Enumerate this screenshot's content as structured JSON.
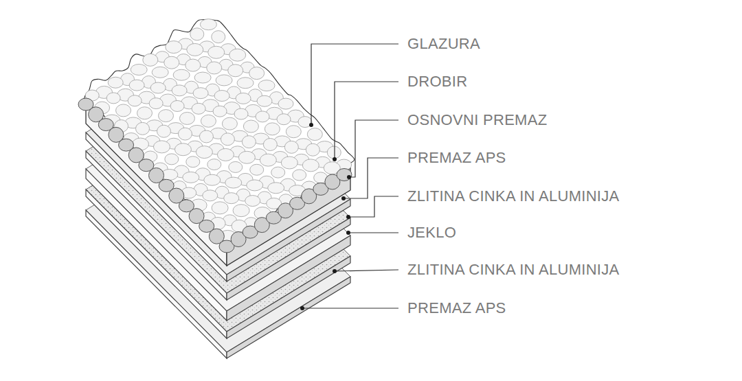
{
  "diagram": {
    "labels": [
      "GLAZURA",
      "DROBIR",
      "OSNOVNI PREMAZ",
      "PREMAZ APS",
      "ZLITINA CINKA IN ALUMINIJA",
      "JEKLO",
      "ZLITINA CINKA IN ALUMINIJA",
      "PREMAZ APS"
    ]
  }
}
